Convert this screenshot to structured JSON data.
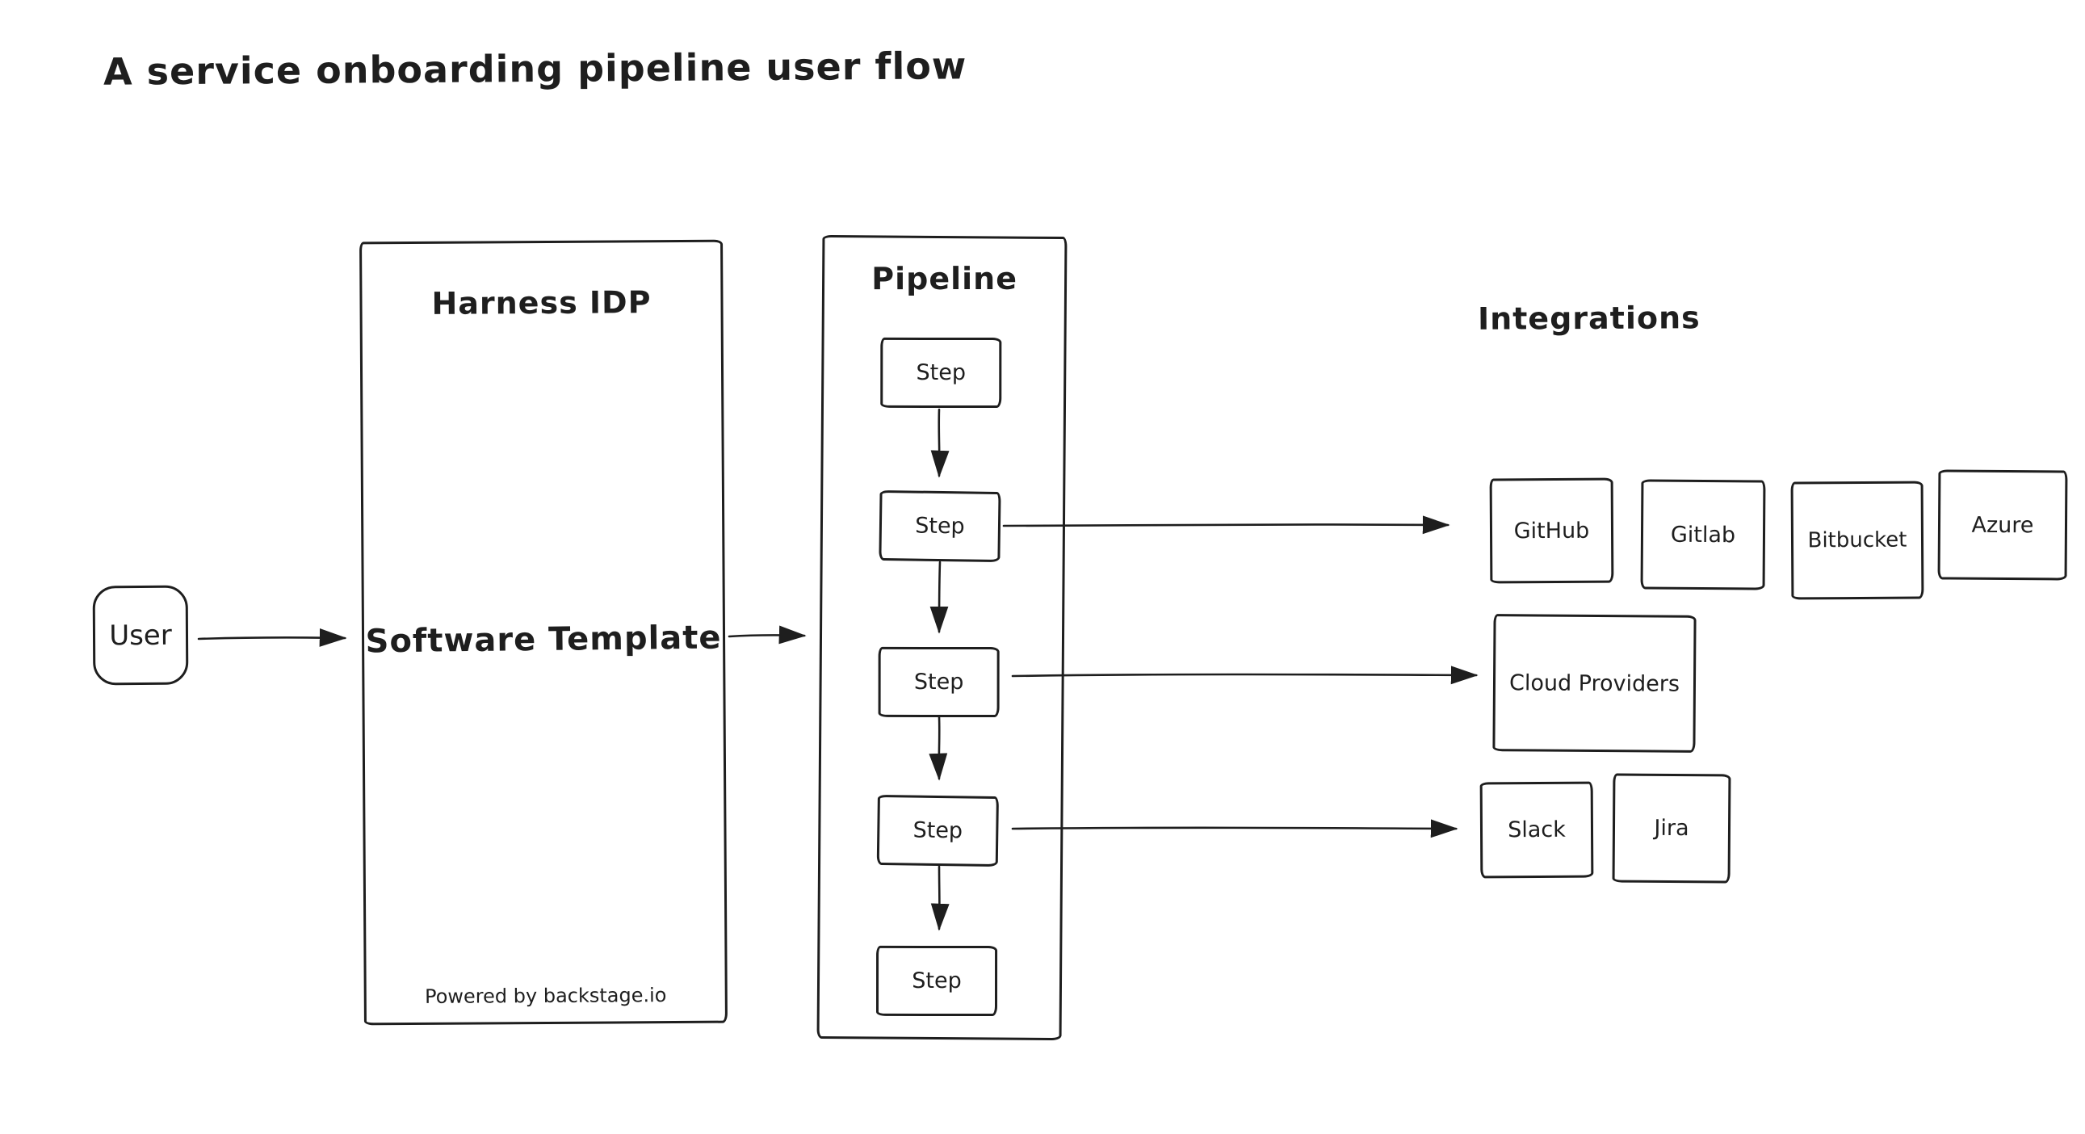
{
  "title": "A service onboarding pipeline user flow",
  "colors": {
    "stroke": "#1e1e1e",
    "background": "#ffffff"
  },
  "user": {
    "label": "User"
  },
  "harness": {
    "title": "Harness IDP",
    "template_label": "Software Template",
    "footer": "Powered by backstage.io"
  },
  "pipeline": {
    "title": "Pipeline",
    "steps": [
      {
        "label": "Step"
      },
      {
        "label": "Step"
      },
      {
        "label": "Step"
      },
      {
        "label": "Step"
      },
      {
        "label": "Step"
      }
    ]
  },
  "integrations": {
    "title": "Integrations",
    "source_control": [
      {
        "label": "GitHub"
      },
      {
        "label": "Gitlab"
      },
      {
        "label": "Bitbucket"
      },
      {
        "label": "Azure"
      }
    ],
    "cloud": {
      "label": "Cloud Providers"
    },
    "collaboration": [
      {
        "label": "Slack"
      },
      {
        "label": "Jira"
      }
    ]
  },
  "connections": [
    {
      "from": "User",
      "to": "Software Template"
    },
    {
      "from": "Software Template",
      "to": "Pipeline"
    },
    {
      "from": "Step 1",
      "to": "Step 2"
    },
    {
      "from": "Step 2",
      "to": "Step 3"
    },
    {
      "from": "Step 3",
      "to": "Step 4"
    },
    {
      "from": "Step 4",
      "to": "Step 5"
    },
    {
      "from": "Step 2",
      "to": "GitHub"
    },
    {
      "from": "Step 3",
      "to": "Cloud Providers"
    },
    {
      "from": "Step 4",
      "to": "Slack"
    }
  ]
}
